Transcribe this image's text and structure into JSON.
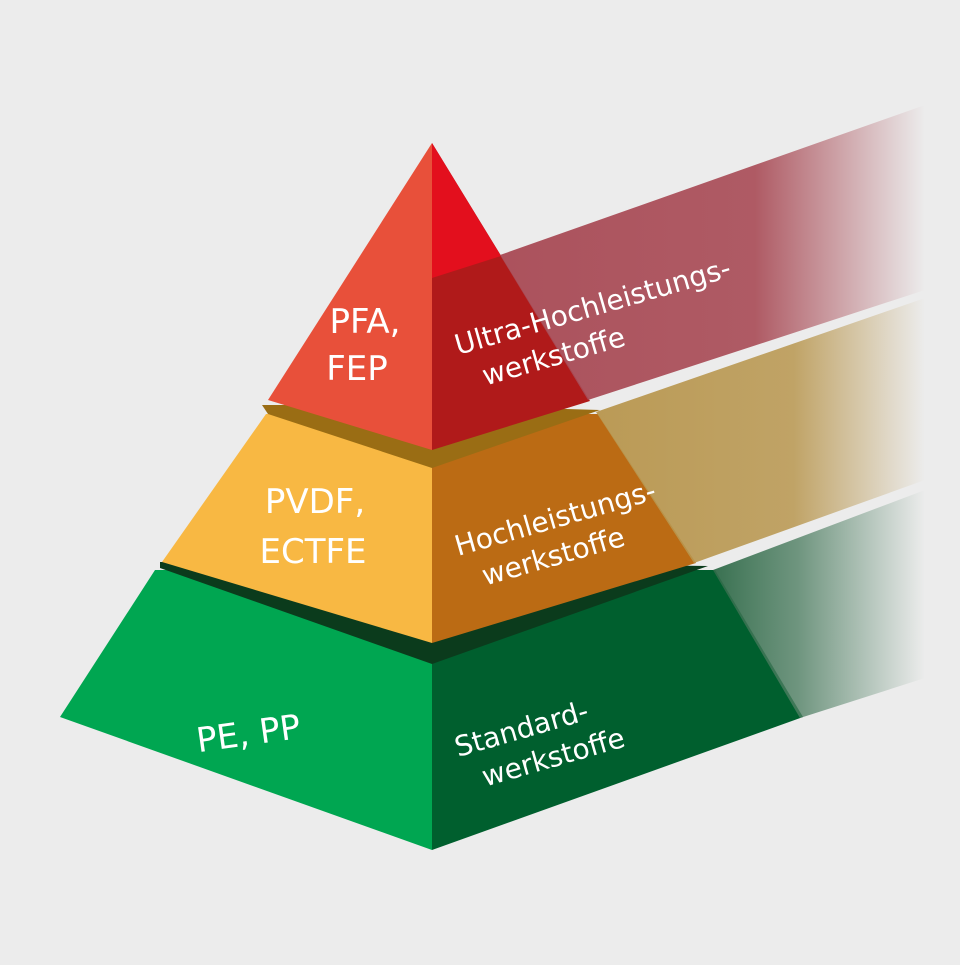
{
  "tiers": [
    {
      "id": "top",
      "left_label": [
        "PFA,",
        "FEP"
      ],
      "right_label": [
        "Ultra-Hochleistungs-",
        "werkstoffe"
      ],
      "colors": {
        "left": "#e8503a",
        "right": "#b01a1a",
        "apex": "#e30f1d",
        "beam": "#a84a55",
        "ledge": "#a8781e"
      }
    },
    {
      "id": "middle",
      "left_label": [
        "PVDF,",
        "ECTFE"
      ],
      "right_label": [
        "Hochleistungs-",
        "werkstoffe"
      ],
      "colors": {
        "left": "#f8b843",
        "right": "#bb6b14",
        "beam": "#b8964e",
        "ledge": "#0a3d1f"
      }
    },
    {
      "id": "bottom",
      "left_label": [
        "PE, PP"
      ],
      "right_label": [
        "Standard-",
        "werkstoffe"
      ],
      "colors": {
        "left": "#00a651",
        "right": "#005f2e",
        "beam": "#3a6e50"
      }
    }
  ],
  "background": "#ececec"
}
